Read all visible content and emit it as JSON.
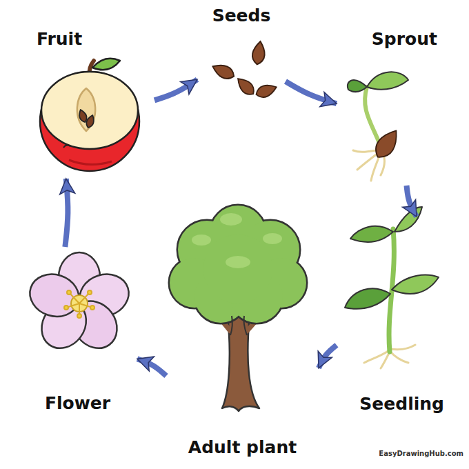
{
  "diagram": {
    "nodes": [
      {
        "text": [
          "Seeds"
        ]
      },
      {
        "text": [
          "Sprout"
        ]
      },
      {
        "text": [
          "Seedling"
        ]
      },
      {
        "text": [
          "Adult plant"
        ]
      },
      {
        "text": [
          "Flower"
        ]
      },
      {
        "text": [
          "Fruit"
        ]
      }
    ],
    "edges": [
      {
        "from": 0,
        "to": 1,
        "arrow": "to"
      },
      {
        "from": 1,
        "to": 2,
        "arrow": "to"
      },
      {
        "from": 2,
        "to": 3,
        "arrow": "to"
      },
      {
        "from": 3,
        "to": 4,
        "arrow": "to"
      },
      {
        "from": 4,
        "to": 5,
        "arrow": "to"
      },
      {
        "from": 5,
        "to": 0,
        "arrow": "to"
      }
    ],
    "labels": [
      "EasyDrawingHub.com"
    ]
  }
}
